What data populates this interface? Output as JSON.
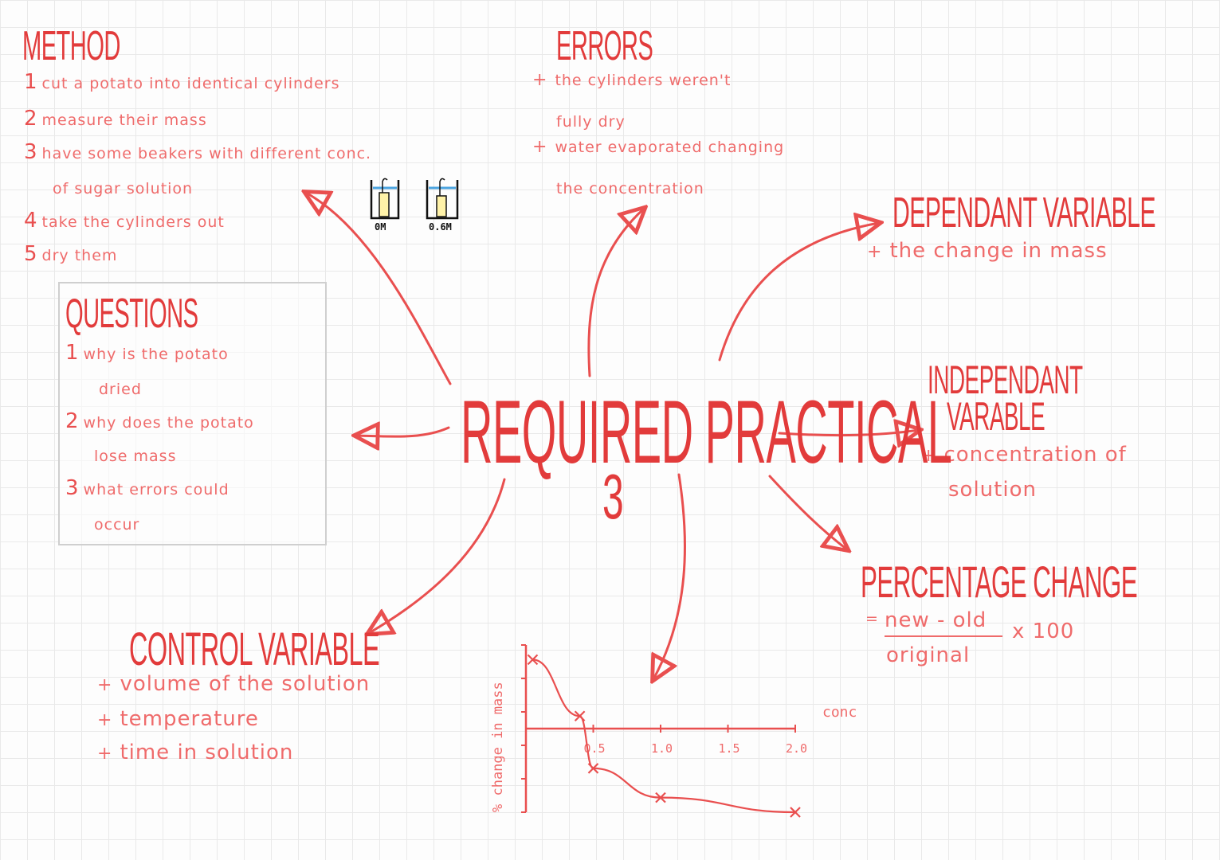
{
  "center": {
    "title": "REQUIRED PRACTICAL",
    "number": "3"
  },
  "method": {
    "title": "METHOD",
    "steps": [
      {
        "num": "1",
        "text": "cut a potato into identical cylinders"
      },
      {
        "num": "2",
        "text": "measure their mass"
      },
      {
        "num": "3",
        "text": "have some beakers with different conc."
      },
      {
        "num": "",
        "text": "of sugar solution"
      },
      {
        "num": "4",
        "text": "take the cylinders out"
      },
      {
        "num": "5",
        "text": "dry them"
      }
    ]
  },
  "beakers": {
    "left_label": "0M",
    "right_label": "0.6M",
    "liquid_color": "#4aa3df",
    "potato_color": "#fff2a8"
  },
  "errors": {
    "title": "ERRORS",
    "items": [
      {
        "lines": [
          "the cylinders weren't",
          "fully dry"
        ]
      },
      {
        "lines": [
          "water evaporated changing",
          "the concentration"
        ]
      }
    ]
  },
  "dependent": {
    "title": "DEPENDANT VARIABLE",
    "items": [
      "the change in mass"
    ]
  },
  "independent": {
    "title_line1": "INDEPENDANT",
    "title_line2": "VARABLE",
    "items": [
      {
        "lines": [
          "concentration of",
          "solution"
        ]
      }
    ]
  },
  "percentage": {
    "title": "PERCENTAGE CHANGE",
    "equals": "=",
    "numerator": "new - old",
    "denominator": "original",
    "multiplier": "x 100"
  },
  "questions": {
    "title": "QUESTIONS",
    "items": [
      {
        "num": "1",
        "lines": [
          "why is the potato",
          "dried"
        ]
      },
      {
        "num": "2",
        "lines": [
          "why does the potato",
          "lose mass"
        ]
      },
      {
        "num": "3",
        "lines": [
          "what errors could",
          "occur"
        ]
      }
    ]
  },
  "control": {
    "title": "CONTROL VARIABLE",
    "items": [
      "volume of the solution",
      "temperature",
      "time in solution"
    ]
  },
  "colors": {
    "ink": "#e94f4f",
    "ink_light": "#ef6b6b",
    "grid": "#e9e9e9",
    "box_border": "#cfcfcf"
  },
  "chart_data": {
    "type": "line",
    "xlabel": "conc",
    "ylabel": "% change in mass",
    "x_tick_labels": [
      "0.5",
      "1.0",
      "1.5",
      "2.0"
    ],
    "xlim": [
      0,
      2.0
    ],
    "ylim": [
      -4,
      4
    ],
    "series": [
      {
        "marker": "x",
        "x": [
          0.05,
          0.4,
          0.5,
          1.0,
          2.0
        ],
        "y": [
          3.3,
          0.6,
          -1.9,
          -3.3,
          -4.0
        ]
      }
    ]
  }
}
